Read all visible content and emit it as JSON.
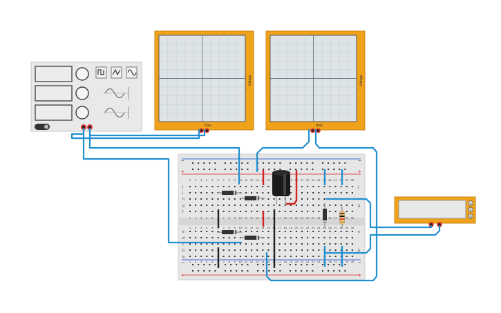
{
  "function_generator": {
    "name": "function-generator",
    "waveforms": [
      "square",
      "triangle",
      "sine"
    ],
    "knobs": 3,
    "switch_state": "off"
  },
  "oscilloscopes": [
    {
      "id": "scope-1",
      "y_label": "Voltage",
      "x_label": "Time"
    },
    {
      "id": "scope-2",
      "y_label": "Voltage",
      "x_label": "Time"
    }
  ],
  "multimeter": {
    "mode_buttons": [
      "A",
      "V",
      "Ω"
    ]
  },
  "breadboard": {
    "rail_signs": {
      "plus": "+",
      "minus": "−"
    },
    "row_letters_top": [
      "j",
      "i",
      "h",
      "g",
      "f"
    ],
    "row_letters_bottom": [
      "e",
      "d",
      "c",
      "b",
      "a"
    ],
    "column_numbers": [
      "1",
      "2",
      "3",
      "4",
      "5",
      "6",
      "7",
      "8",
      "9",
      "10",
      "11",
      "12",
      "13",
      "14",
      "15",
      "16",
      "17",
      "18",
      "19",
      "20",
      "21",
      "22",
      "23",
      "24",
      "25",
      "26",
      "27",
      "28",
      "29",
      "30"
    ]
  },
  "colors": {
    "scope_frame": "#f0a21a",
    "scope_screen": "#dde3e6",
    "grid_line": "#c3cbd0",
    "wire_blue": "#1f8fd0",
    "wire_red": "#d42020",
    "wire_black": "#222222",
    "breadboard": "#e6e6e6",
    "rail_red": "#e05050",
    "rail_blue": "#3a6fd8"
  }
}
